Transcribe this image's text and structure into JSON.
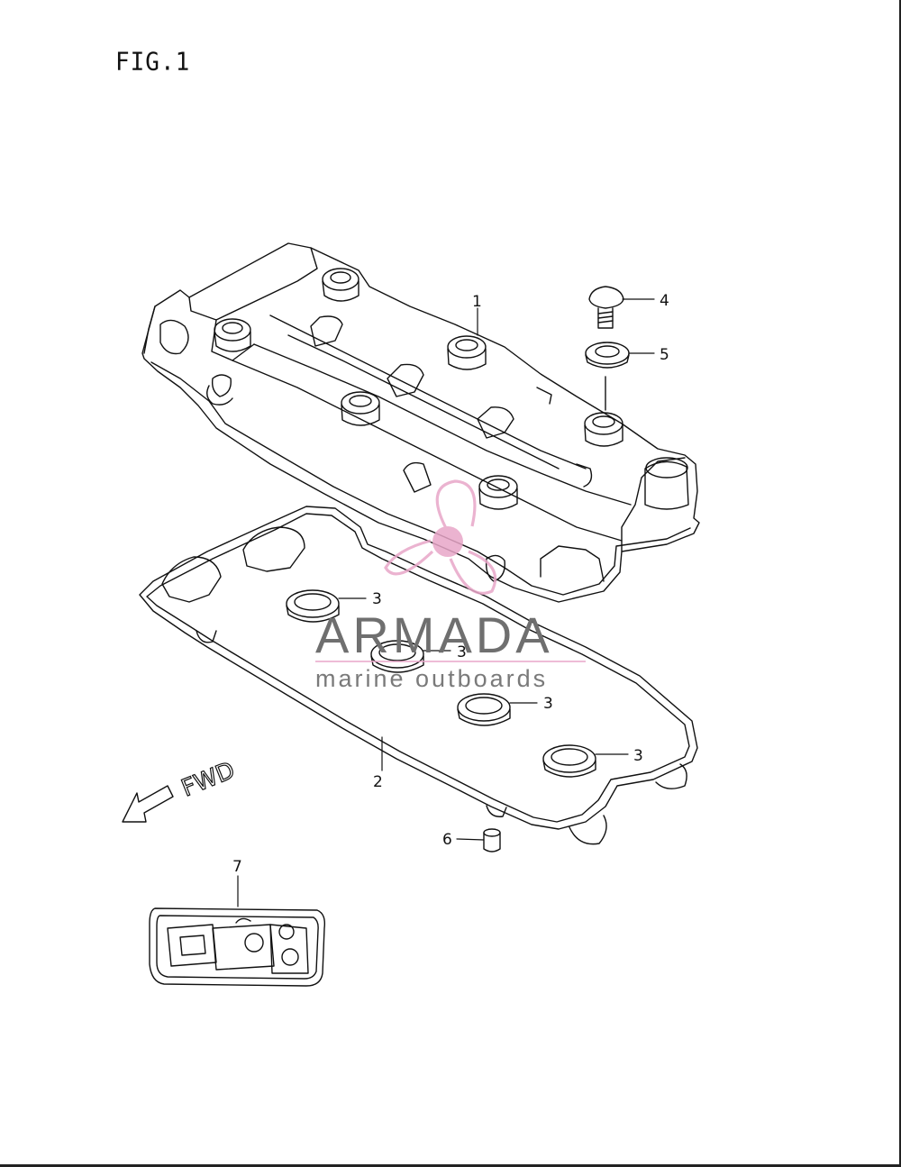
{
  "figure": {
    "title": "FIG.1"
  },
  "direction": {
    "label": "FWD"
  },
  "callouts": {
    "c1": "1",
    "c2": "2",
    "c3a": "3",
    "c3b": "3",
    "c3c": "3",
    "c3d": "3",
    "c4": "4",
    "c5": "5",
    "c6": "6",
    "c7": "7"
  },
  "watermark": {
    "name": "ARMADA",
    "tagline": "marine outboards",
    "colors": {
      "logo": "#e8a6c8",
      "text": "#6f6f6f"
    }
  }
}
